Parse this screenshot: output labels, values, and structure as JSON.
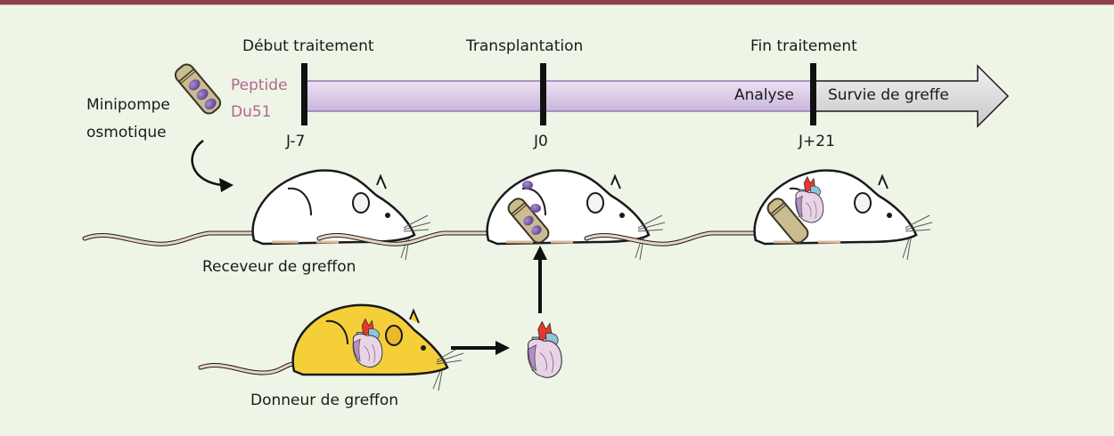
{
  "timeline": {
    "events": [
      {
        "title": "Début traitement",
        "day": "J-7"
      },
      {
        "title": "Transplantation",
        "day": "J0"
      },
      {
        "title": "Fin traitement",
        "day": "J+21"
      }
    ],
    "bar_label": "Analyse",
    "arrow_label": "Survie de greffe"
  },
  "pump": {
    "label_line1": "Minipompe",
    "label_line2": "osmotique",
    "drug_line1": "Peptide",
    "drug_line2": "Du51"
  },
  "mice": {
    "recipient_label": "Receveur de greffon",
    "donor_label": "Donneur de greffon"
  },
  "colors": {
    "frame": "#8c404c",
    "background": "#eef5e6",
    "timeline_bar": "#d9c9e6",
    "drug_text": "#b2668e",
    "donor_mouse": "#f5cf3a"
  }
}
